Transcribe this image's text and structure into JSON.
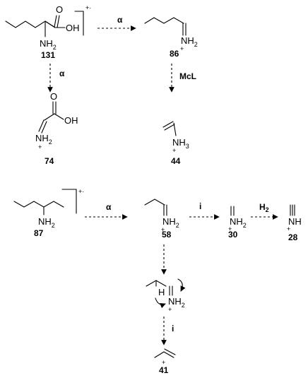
{
  "compounds": {
    "c131": {
      "number": "131",
      "nh2": "NH",
      "nh2_sub": "2",
      "oh": "OH",
      "o": "O"
    },
    "c86": {
      "number": "86",
      "nh2": "NH",
      "nh2_sub": "2",
      "charge": "+"
    },
    "c74": {
      "number": "74",
      "nh2": "NH",
      "nh2_sub": "2",
      "charge": "+",
      "oh": "OH",
      "o": "O"
    },
    "c44": {
      "number": "44",
      "nh3": "NH",
      "nh3_sub": "3",
      "charge": "+"
    },
    "c87": {
      "number": "87",
      "nh2": "NH",
      "nh2_sub": "2"
    },
    "c58": {
      "number": "58",
      "nh2": "NH",
      "nh2_sub": "2",
      "charge": "+"
    },
    "c30": {
      "number": "30",
      "nh2": "NH",
      "nh2_sub": "2",
      "charge": "+"
    },
    "c28": {
      "number": "28",
      "nh": "NH",
      "charge": "+"
    },
    "tstate": {
      "h": "H",
      "nh2": "NH",
      "nh2_sub": "2",
      "charge": "+"
    },
    "c41": {
      "number": "41",
      "charge": "+"
    }
  },
  "radical_cation_mark": "+·",
  "reactions": {
    "r131_86": "α",
    "r131_74": "α",
    "r86_44": "McL",
    "r87_58": "α",
    "r58_30": "i",
    "r30_28": "H",
    "r30_28_sub": "2",
    "r_ts_41": "i"
  }
}
